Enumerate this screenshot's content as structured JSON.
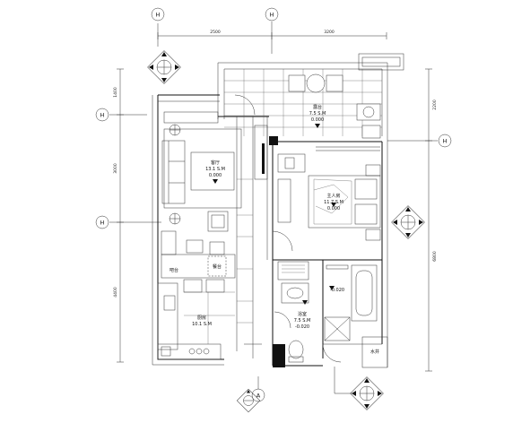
{
  "dimensions": {
    "top": [
      "2500",
      "3200"
    ],
    "left": [
      "1400",
      "3000",
      "4400"
    ],
    "right": [
      "2200",
      "6800"
    ]
  },
  "axes": {
    "top_a": "H",
    "top_b": "H",
    "left_1": "H",
    "left_2": "H",
    "right_1": "H",
    "bottom_1": "A"
  },
  "rooms": {
    "balcony": {
      "name": "露台",
      "area": "7.5 S.M",
      "level": "0.000"
    },
    "living": {
      "name": "客厅",
      "area": "13.1 S.M",
      "level": "0.000"
    },
    "bedroom": {
      "name": "主人房",
      "area": "11.7 S.M",
      "level": "0.000"
    },
    "kitchen": {
      "name": "厨房",
      "area": "10.1 S.M"
    },
    "bathroom": {
      "name": "浴室",
      "area": "7.5 S.M",
      "level": "-0.020"
    },
    "dining": {
      "name": "餐台"
    },
    "bar": {
      "name": "吧台"
    },
    "bath_level": "-0.020",
    "shaft": "水井"
  }
}
